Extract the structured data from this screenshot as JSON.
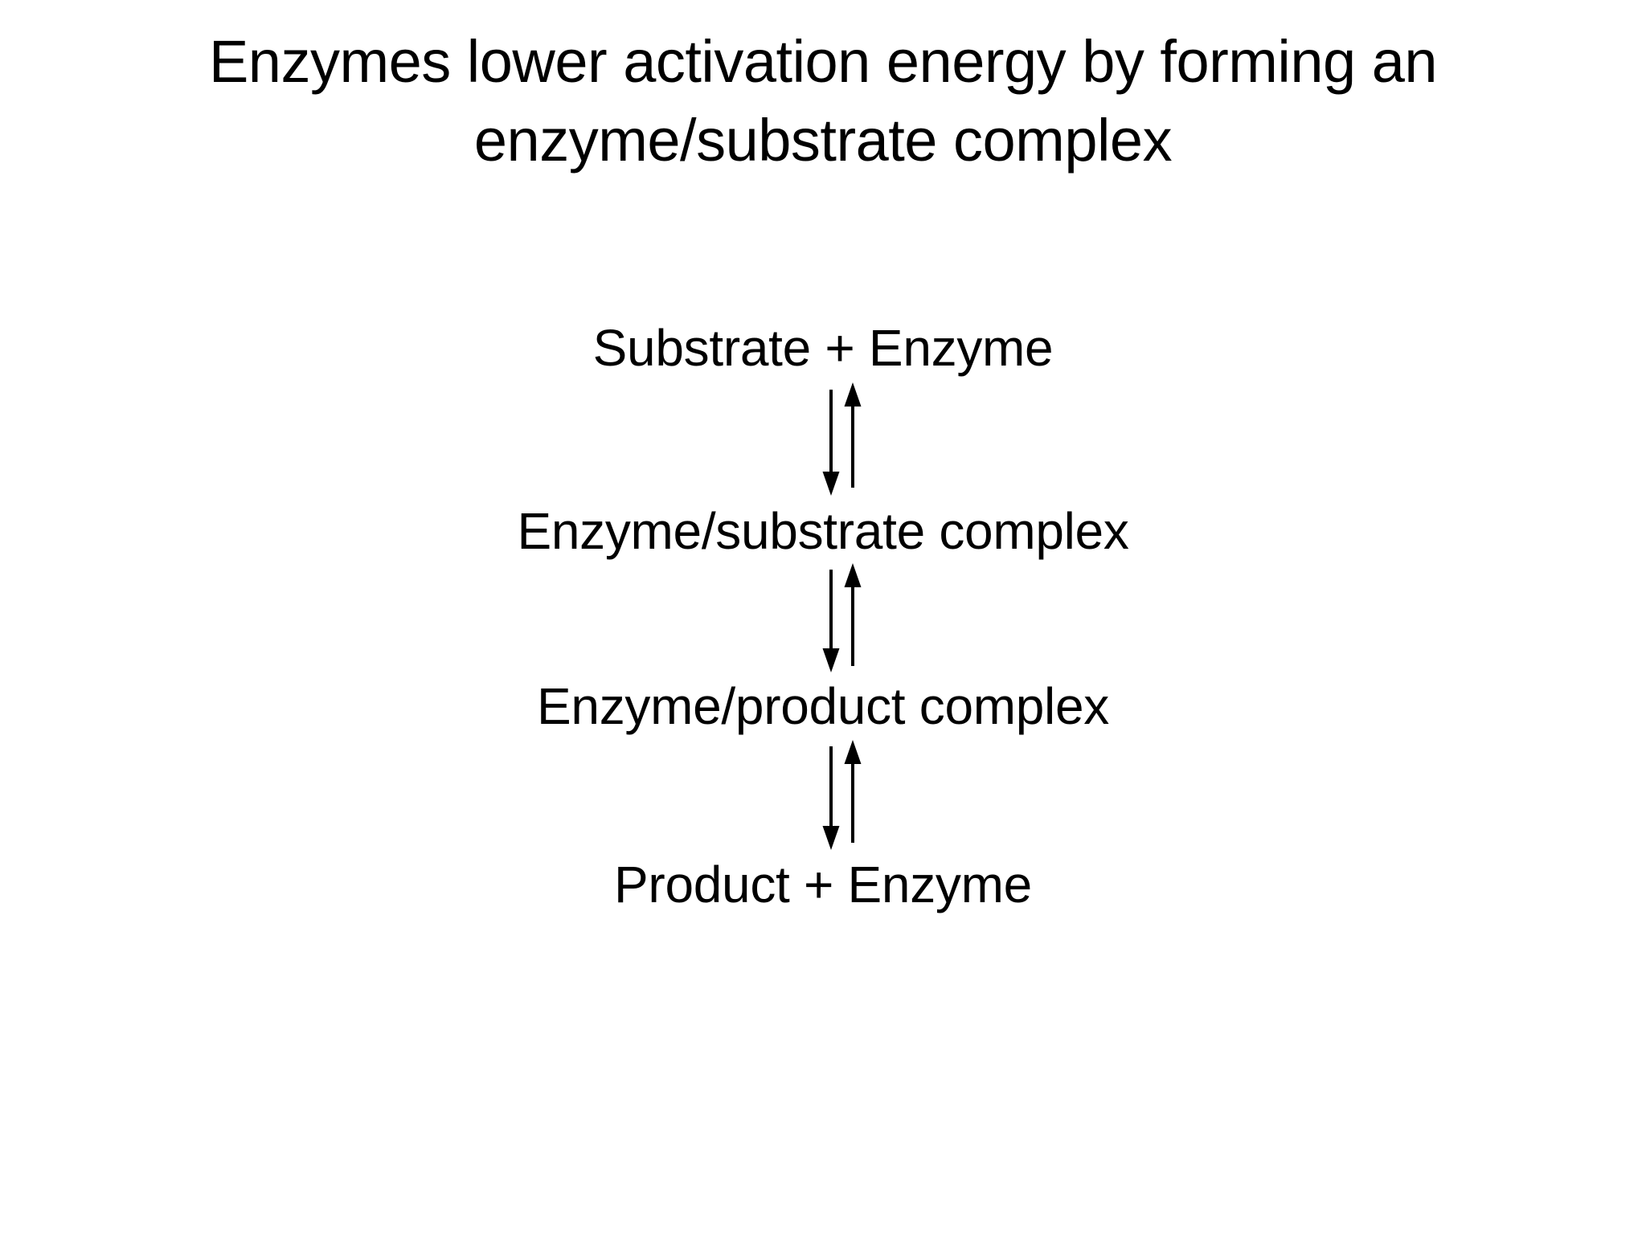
{
  "slide": {
    "background_color": "#ffffff",
    "text_color": "#000000",
    "title": "Enzymes lower activation energy by forming an enzyme/substrate complex",
    "title_line_1": "Enzymes lower activation energy by forming an",
    "title_line_2": "enzyme/substrate complex"
  },
  "diagram": {
    "type": "vertical-reaction-chain",
    "orientation": "top-to-bottom",
    "arrow_style": "double-headed-equilibrium-pair",
    "arrow_color": "#000000",
    "steps": [
      {
        "label": "Substrate + Enzyme"
      },
      {
        "label": "Enzyme/substrate complex"
      },
      {
        "label": "Enzyme/product complex"
      },
      {
        "label": "Product + Enzyme"
      }
    ],
    "connectors": [
      {
        "from": "Substrate + Enzyme",
        "to": "Enzyme/substrate complex",
        "forward": "down-arrow",
        "reverse": "up-arrow"
      },
      {
        "from": "Enzyme/substrate complex",
        "to": "Enzyme/product complex",
        "forward": "down-arrow",
        "reverse": "up-arrow"
      },
      {
        "from": "Enzyme/product complex",
        "to": "Product + Enzyme",
        "forward": "down-arrow",
        "reverse": "up-arrow"
      }
    ]
  }
}
